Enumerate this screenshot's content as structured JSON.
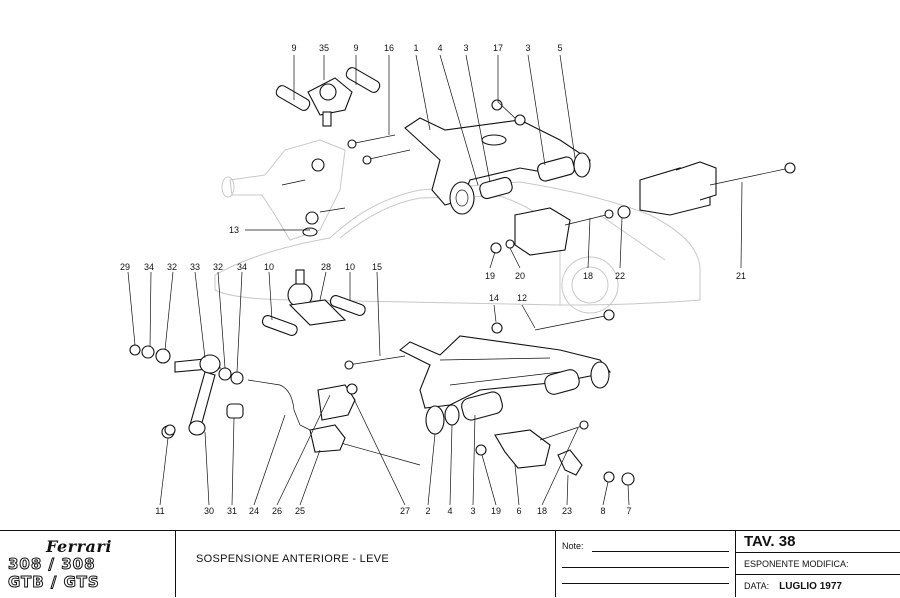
{
  "drawing": {
    "callouts": [
      "9",
      "35",
      "9",
      "16",
      "1",
      "4",
      "3",
      "17",
      "3",
      "5",
      "13",
      "29",
      "34",
      "32",
      "33",
      "32",
      "34",
      "10",
      "28",
      "10",
      "15",
      "19",
      "20",
      "18",
      "22",
      "21",
      "14",
      "12",
      "11",
      "30",
      "31",
      "24",
      "26",
      "25",
      "27",
      "2",
      "4",
      "3",
      "19",
      "6",
      "18",
      "23",
      "8",
      "7"
    ]
  },
  "titleblock": {
    "brand": "Ferrari",
    "model_line1": "308 / 308",
    "model_line2": "GTB / GTS",
    "description": "SOSPENSIONE ANTERIORE - LEVE",
    "note_label": "Note:",
    "tav": "TAV. 38",
    "esponente": "ESPONENTE MODIFICA:",
    "data_label": "DATA:",
    "data_value": "LUGLIO   1977"
  }
}
